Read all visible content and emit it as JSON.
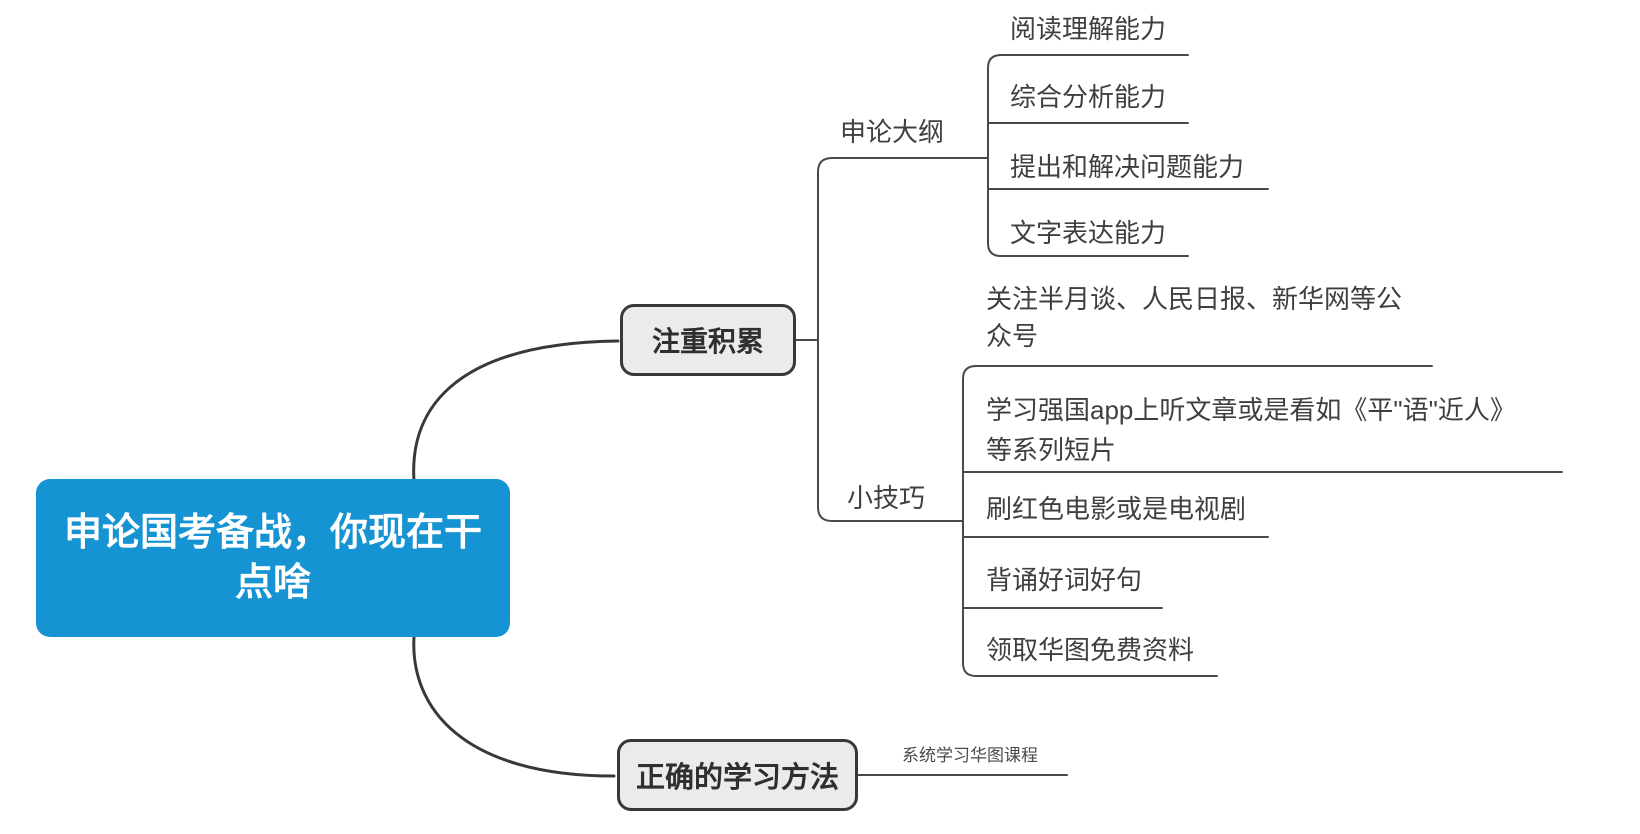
{
  "colors": {
    "root_fill": "#1593d2",
    "root_text": "#ffffff",
    "branch_fill": "#ebebeb",
    "branch_border": "#383838",
    "branch_line": "#383838",
    "detail_line": "#4a4a4a",
    "text": "#3f3f3f"
  },
  "root": {
    "label": "申论国考备战，你现在干点啥"
  },
  "branches": [
    {
      "label": "注重积累",
      "children": [
        {
          "label": "申论大纲",
          "children": [
            {
              "label": "阅读理解能力"
            },
            {
              "label": "综合分析能力"
            },
            {
              "label": "提出和解决问题能力"
            },
            {
              "label": "文字表达能力"
            }
          ]
        },
        {
          "label": "小技巧",
          "children": [
            {
              "label": "关注半月谈、人民日报、新华网等公众号"
            },
            {
              "label": "学习强国app上听文章或是看如《平\"语\"近人》等系列短片"
            },
            {
              "label": "刷红色电影或是电视剧"
            },
            {
              "label": "背诵好词好句"
            },
            {
              "label": "领取华图免费资料"
            }
          ]
        }
      ]
    },
    {
      "label": "正确的学习方法",
      "children": [
        {
          "label": "系统学习华图课程"
        }
      ]
    }
  ]
}
